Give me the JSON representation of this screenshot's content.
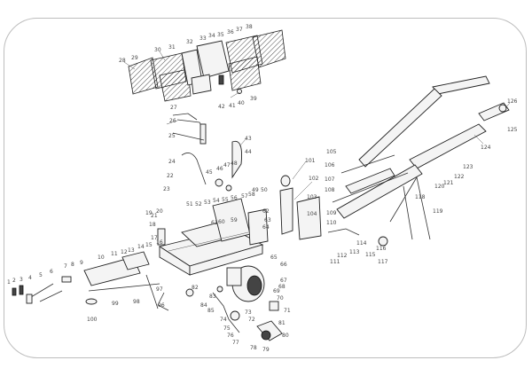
{
  "callouts": {
    "c28": "28",
    "c29": "29",
    "c30": "30",
    "c31": "31",
    "c32": "32",
    "c33": "33",
    "c34": "34",
    "c35": "35",
    "c36": "36",
    "c37": "37",
    "c38": "38",
    "c39": "39",
    "c40": "40",
    "c41": "41",
    "c42": "42",
    "c27": "27",
    "c26": "26",
    "c25": "25",
    "c24": "24",
    "c43": "43",
    "c44": "44",
    "c22": "22",
    "c23": "23",
    "c45": "45",
    "c46": "46",
    "c47": "47",
    "c48": "48",
    "c49": "49",
    "c50": "50",
    "c51": "51",
    "c52": "52",
    "c53": "53",
    "c54": "54",
    "c55": "55",
    "c56": "56",
    "c57": "57",
    "c58": "58",
    "c59": "59",
    "c60": "60",
    "c61": "61",
    "c62": "62",
    "c63": "63",
    "c64": "64",
    "c65": "65",
    "c21": "21",
    "c20": "20",
    "c19": "19",
    "c18": "18",
    "c17": "17",
    "c16": "16",
    "c15": "15",
    "c14": "14",
    "c13": "13",
    "c12": "12",
    "c11": "11",
    "c10": "10",
    "c9": "9",
    "c8": "8",
    "c7": "7",
    "c6": "6",
    "c5": "5",
    "c4": "4",
    "c3": "3",
    "c2": "2",
    "c1": "1",
    "c100": "100",
    "c99": "99",
    "c98": "98",
    "c97": "97",
    "c96": "96",
    "c66": "66",
    "c67": "67",
    "c68": "68",
    "c69": "69",
    "c70": "70",
    "c71": "71",
    "c72": "72",
    "c73": "73",
    "c74": "74",
    "c75": "75",
    "c76": "76",
    "c77": "77",
    "c78": "78",
    "c79": "79",
    "c80": "80",
    "c81": "81",
    "c82": "82",
    "c83": "83",
    "c84": "84",
    "c85": "85",
    "c101": "101",
    "c102": "102",
    "c103": "103",
    "c104": "104",
    "c105": "105",
    "c106": "106",
    "c107": "107",
    "c108": "108",
    "c109": "109",
    "c110": "110",
    "c111": "111",
    "c112": "112",
    "c113": "113",
    "c114": "114",
    "c115": "115",
    "c116": "116",
    "c117": "117",
    "c118": "118",
    "c119": "119",
    "c120": "120",
    "c121": "121",
    "c122": "122",
    "c123": "123",
    "c124": "124",
    "c125": "125",
    "c126": "126"
  },
  "colors": {
    "line": "#333333",
    "frame": "#bdbdbd",
    "label": "#444444",
    "fill": "#f4f4f4"
  }
}
